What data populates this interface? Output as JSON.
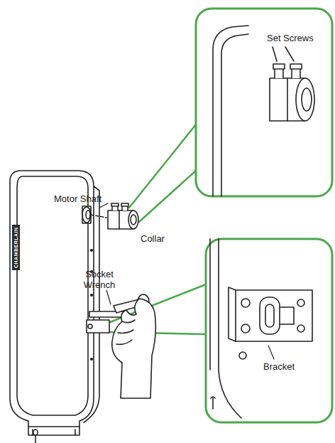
{
  "diagram": {
    "labels": [
      "Set Screws",
      "Motor Shaft",
      "Collar",
      "Socket Wrench",
      "Bracket",
      "CHAMBERLAIN"
    ]
  }
}
